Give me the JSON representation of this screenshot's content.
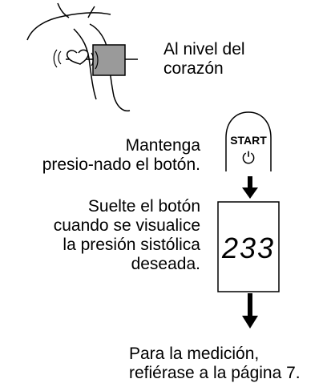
{
  "instructions": {
    "heart_level": {
      "line1": "Al nivel del",
      "line2": "corazón"
    },
    "press_hold": {
      "line1": "Mantenga",
      "line2": "presio-nado el botón."
    },
    "release": {
      "line1": "Suelte el botón",
      "line2": "cuando se visualice",
      "line3": "la presión sistólica",
      "line4": "deseada."
    },
    "measurement": {
      "line1": "Para la medición,",
      "line2": "refiérase a la página 7."
    }
  },
  "device": {
    "start_label": "START",
    "power_symbol": "⏻",
    "display_value": "233"
  },
  "icons": [
    "heart-icon",
    "cuff-icon",
    "power-icon",
    "arrow-down-icon"
  ],
  "colors": {
    "cuff": "#9a9a9a",
    "lines": "#000000"
  }
}
